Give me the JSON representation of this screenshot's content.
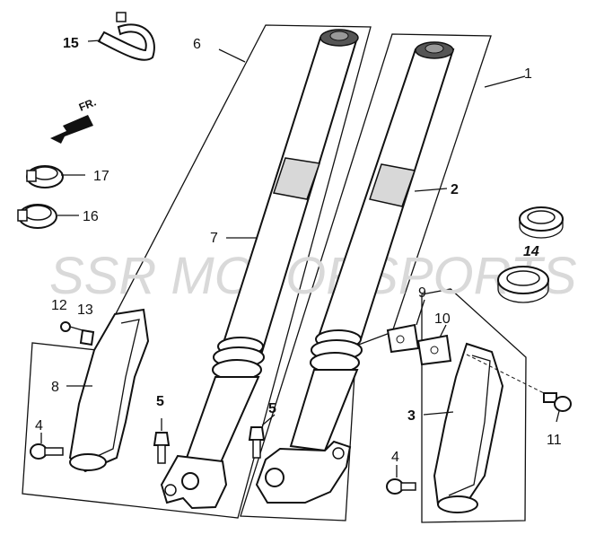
{
  "watermark": "SSR MOTORSPORTS",
  "direction_label": "FR.",
  "callouts": {
    "c1": "1",
    "c2": "2",
    "c3": "3",
    "c4a": "4",
    "c4b": "4",
    "c5a": "5",
    "c5b": "5",
    "c6": "6",
    "c7": "7",
    "c8": "8",
    "c9": "9",
    "c10": "10",
    "c11": "11",
    "c12": "12",
    "c13": "13",
    "c14": "14",
    "c15": "15",
    "c16": "16",
    "c17": "17"
  }
}
